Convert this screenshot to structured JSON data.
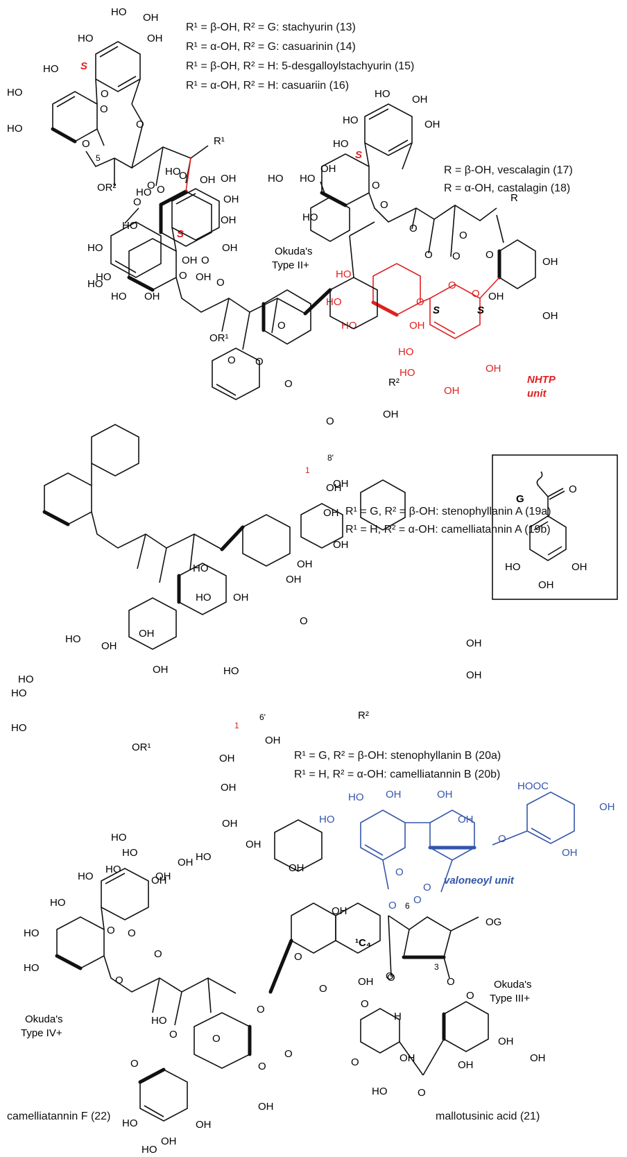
{
  "legends": {
    "c13": "R¹ = β-OH, R² = G: stachyurin (13)",
    "c14": "R¹ = α-OH, R² = G: casuarinin (14)",
    "c15": "R¹ = β-OH, R² = H: 5-desgalloylstachyurin (15)",
    "c16": "R¹ = α-OH, R² = H: casuariin (16)",
    "c17": "R = β-OH, vescalagin (17)",
    "c18": "R = α-OH, castalagin (18)",
    "c19a": "R¹ = G, R² = β-OH: stenophyllanin A (19a)",
    "c19b": "R¹ = H, R² = α-OH: camelliatannin A (19b)",
    "c20a": "R¹ = G, R² = β-OH: stenophyllanin B (20a)",
    "c20b": "R¹ = H, R² = α-OH: camelliatannin B (20b)",
    "c21": "mallotusinic acid (21)",
    "c22": "camelliatannin F (22)"
  },
  "annotations": {
    "okuda_type2": "Okuda's\nType II+",
    "okuda_type3": "Okuda's\nType III+",
    "okuda_type4": "Okuda's\nType IV+",
    "nhtp_unit": "NHTP\nunit",
    "valoneoyl_unit": "valoneoyl unit",
    "g_box_label": "G",
    "c4_label": "¹C₄"
  },
  "atoms": {
    "oh": "OH",
    "ho": "HO",
    "o": "O",
    "og": "OG",
    "hooc": "HOOC",
    "r": "R",
    "r1": "R¹",
    "r2": "R²",
    "or1": "OR¹",
    "or2": "OR²",
    "s": "S",
    "h": "H",
    "n1": "1",
    "n3": "3",
    "n5": "5",
    "n6": "6",
    "n8p": "8'",
    "n6p": "6'"
  },
  "colors": {
    "red": "#e02020",
    "blue": "#3355aa",
    "black": "#111111"
  }
}
